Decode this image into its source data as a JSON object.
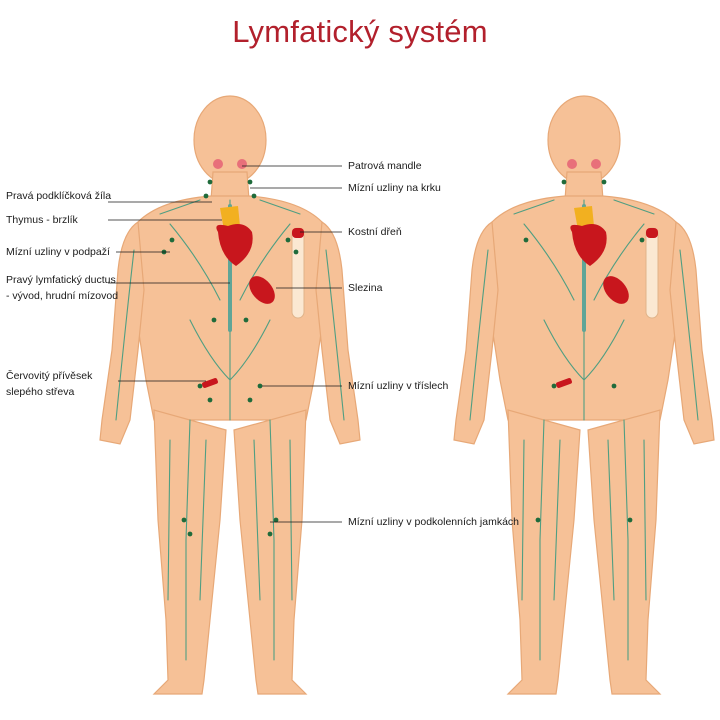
{
  "title": "Lymfatický systém",
  "labels": {
    "tonsil": "Patrová mandle",
    "neck_nodes": "Mízní uzliny na krku",
    "subclavian": "Pravá podklíčková žíla",
    "thymus": "Thymus - brzlík",
    "bone_marrow": "Kostní dřeň",
    "axillary": "Mízní uzliny v podpaží",
    "duct_line1": "Pravý lymfatický ductus",
    "duct_line2": "- vývod, hrudní mízovod",
    "spleen": "Slezina",
    "appendix_line1": "Červovitý přívěsek",
    "appendix_line2": "slepého střeva",
    "inguinal": "Mízní uzliny v tříslech",
    "popliteal": "Mízní uzliny v podkolenních jamkách"
  },
  "colors": {
    "title": "#b2202c",
    "skin": "#f6c197",
    "lymph_vessel": "#4f9e82",
    "lymph_node": "#1f6b3b",
    "organ": "#c8161d",
    "thymus": "#f2b020"
  }
}
